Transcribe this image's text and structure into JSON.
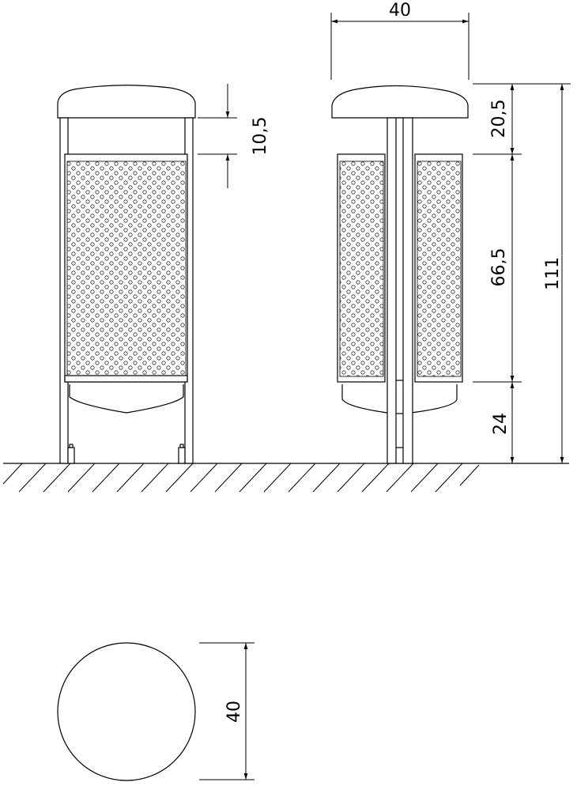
{
  "drawing": {
    "subject": "Waste bin on post — technical drawing",
    "views": [
      "front-view",
      "side-view",
      "top-view"
    ],
    "colors": {
      "line": "#000000",
      "background": "#ffffff",
      "perforation": "#333333"
    }
  },
  "dimensions": {
    "front_gap": "10,5",
    "side_width": "40",
    "side_lid_height": "20,5",
    "side_body_height": "66,5",
    "side_bottom_clearance": "24",
    "side_total_height": "111",
    "top_diameter": "40"
  }
}
